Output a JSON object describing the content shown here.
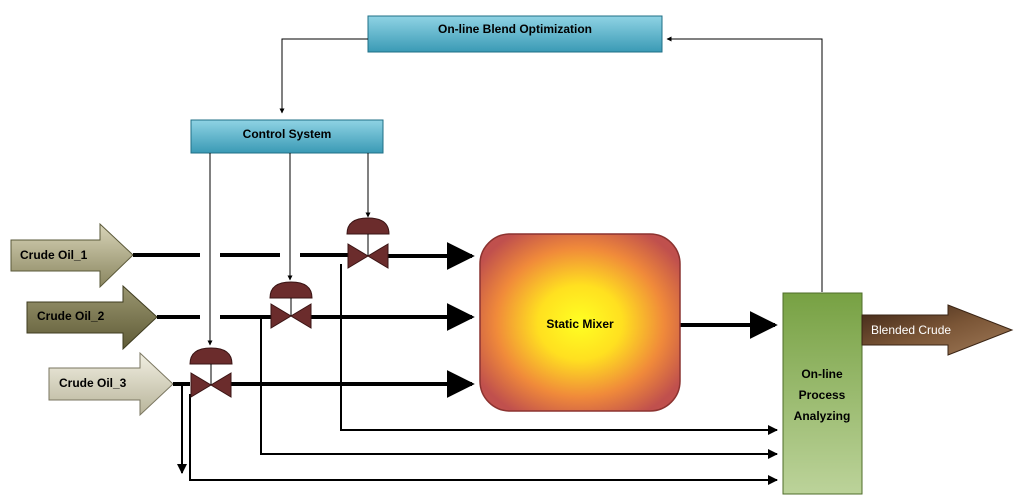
{
  "diagram": {
    "optimization_box": {
      "label": "On-line Blend Optimization"
    },
    "control_box": {
      "label": "Control System"
    },
    "inputs": [
      {
        "id": "crude-oil-1",
        "label": "Crude Oil_1"
      },
      {
        "id": "crude-oil-2",
        "label": "Crude Oil_2"
      },
      {
        "id": "crude-oil-3",
        "label": "Crude Oil_3"
      }
    ],
    "mixer": {
      "label": "Static Mixer"
    },
    "analyzer": {
      "lines": [
        "On-line",
        "Process",
        "Analyzing"
      ]
    },
    "output": {
      "label": "Blended Crude"
    },
    "colors": {
      "box_fill": "#4bacc6",
      "analyzer_fill": "#8db35a",
      "valve": "#6b2c2c",
      "mixer_outer": "#c0504d",
      "mixer_inner": "#ffff33",
      "output_arrow": "#5a3b24"
    }
  }
}
